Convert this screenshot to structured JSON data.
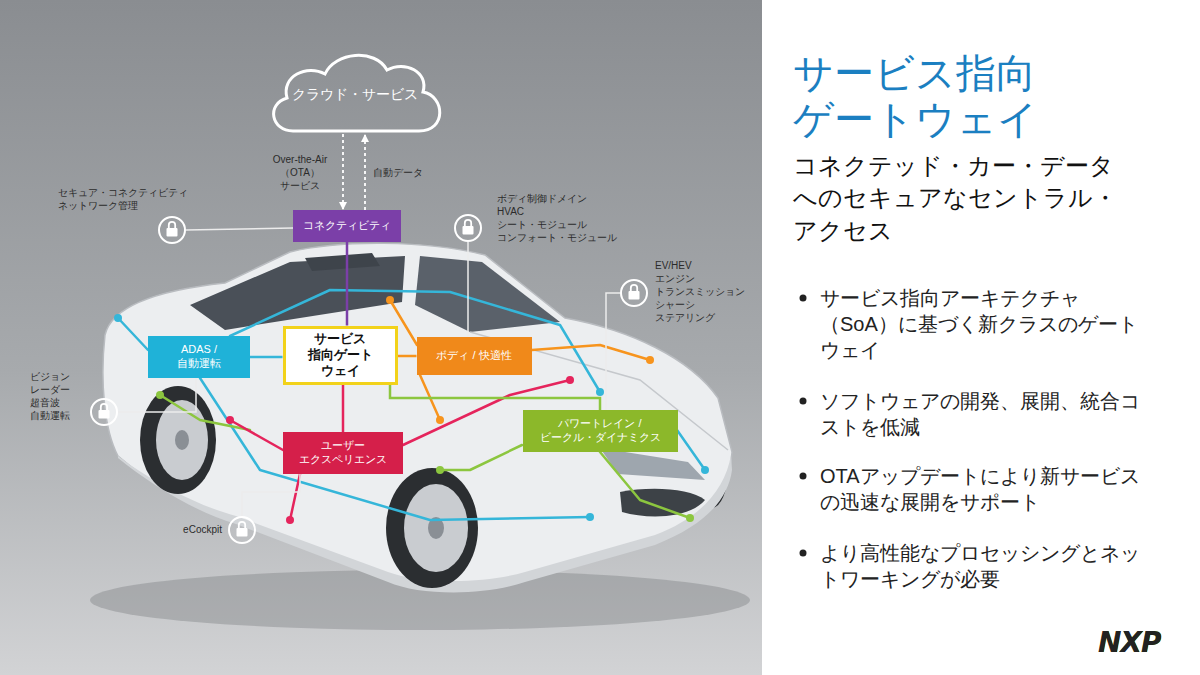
{
  "diagram": {
    "title": "サービス指向 ゲートウェイ",
    "nodes": [
      {
        "text": [
          "クラウド・サービス"
        ]
      },
      {
        "text": [
          "コネクティビティ"
        ]
      },
      {
        "text": [
          "サービス 指向ゲート ウェイ"
        ]
      },
      {
        "text": [
          "ADAS / 自動運転"
        ]
      },
      {
        "text": [
          "ボディ / 快適性"
        ]
      },
      {
        "text": [
          "パワートレイン / ビークル・ダイナミクス"
        ]
      },
      {
        "text": [
          "ユーザー エクスペリエンス"
        ]
      }
    ],
    "edges": [
      {
        "from": 0,
        "to": 1,
        "arrow": "to",
        "label": "Over-the-Air （OTA） サービス"
      },
      {
        "from": 1,
        "to": 0,
        "arrow": "to",
        "label": "自動データ"
      },
      {
        "from": 1,
        "to": 2,
        "arrow": "none"
      },
      {
        "from": 2,
        "to": 3,
        "arrow": "none"
      },
      {
        "from": 2,
        "to": 4,
        "arrow": "none"
      },
      {
        "from": 2,
        "to": 6,
        "arrow": "none"
      },
      {
        "from": 2,
        "to": 5,
        "arrow": "none"
      }
    ],
    "labels": [
      "セキュア・コネクティビティ ネットワーク管理",
      "ボディ制御ドメイン HVAC シート・モジュール コンフォート・モジュール",
      "EV/HEV エンジン トランスミッション シャーシ ステアリング",
      "ビジョン レーダー 超音波 自動運転",
      "eCockpit",
      "コネクテッド・カー・データへのセキュアなセントラル・アクセス",
      "サービス指向アーキテクチャ（SoA）に基づく新クラスのゲートウェイ",
      "ソフトウェアの開発、展開、統合コストを低減",
      "OTAアップデートにより新サービスの迅速な展開をサポート",
      "より高性能なプロセッシングとネットワーキングが必要",
      "NXP"
    ]
  }
}
